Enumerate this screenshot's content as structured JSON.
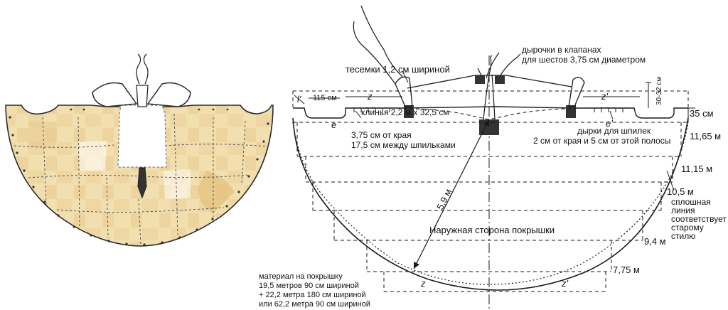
{
  "colors": {
    "hide_fill": "#f2dfb0",
    "hide_shade": "#e7c98c",
    "ink": "#1a1a1a"
  },
  "labels": {
    "ties": "тесемки 1,2 см шириной",
    "valve_holes_line1": "дырочки в клапанах",
    "valve_holes_line2": "для шестов 3,75 см диаметром",
    "dim_115": "115 см",
    "letter_l": "l'",
    "z_top_left": "z",
    "z_top_right": "z'",
    "gores": "клинья 2,2 м х 32,5 см",
    "from_edge": "3,75 см от края",
    "between_pins": "17,5 см между шпильками",
    "e_left": "e",
    "e_right": "e'",
    "dim_30_32": "30-32 см",
    "dim_35": "35 см",
    "pin_holes_line1": "дырки для шпилек",
    "pin_holes_line2": "2 см от края и 5 см от этой полосы",
    "dim_1165": "11,65 м",
    "dim_1115": "11,15 м",
    "dim_105": "10,5 м",
    "solid_line_1": "сплошная",
    "solid_line_2": "линия",
    "solid_line_3": "соответствует",
    "solid_line_4": "старому",
    "solid_line_5": "стилю",
    "radius": "5,9 м",
    "outer_side": "Наружная сторона покрышки",
    "dim_94": "9,4 м",
    "dim_775": "7,75 м",
    "z_bottom_left": "z",
    "z_bottom_right": "z'",
    "material_1": "материал на покрышку",
    "material_2": "19,5 метров 90 см шириной",
    "material_3": "+ 22,2 метра 180 см шириной",
    "material_4": "или 62,2 метра 90 см шириной"
  }
}
